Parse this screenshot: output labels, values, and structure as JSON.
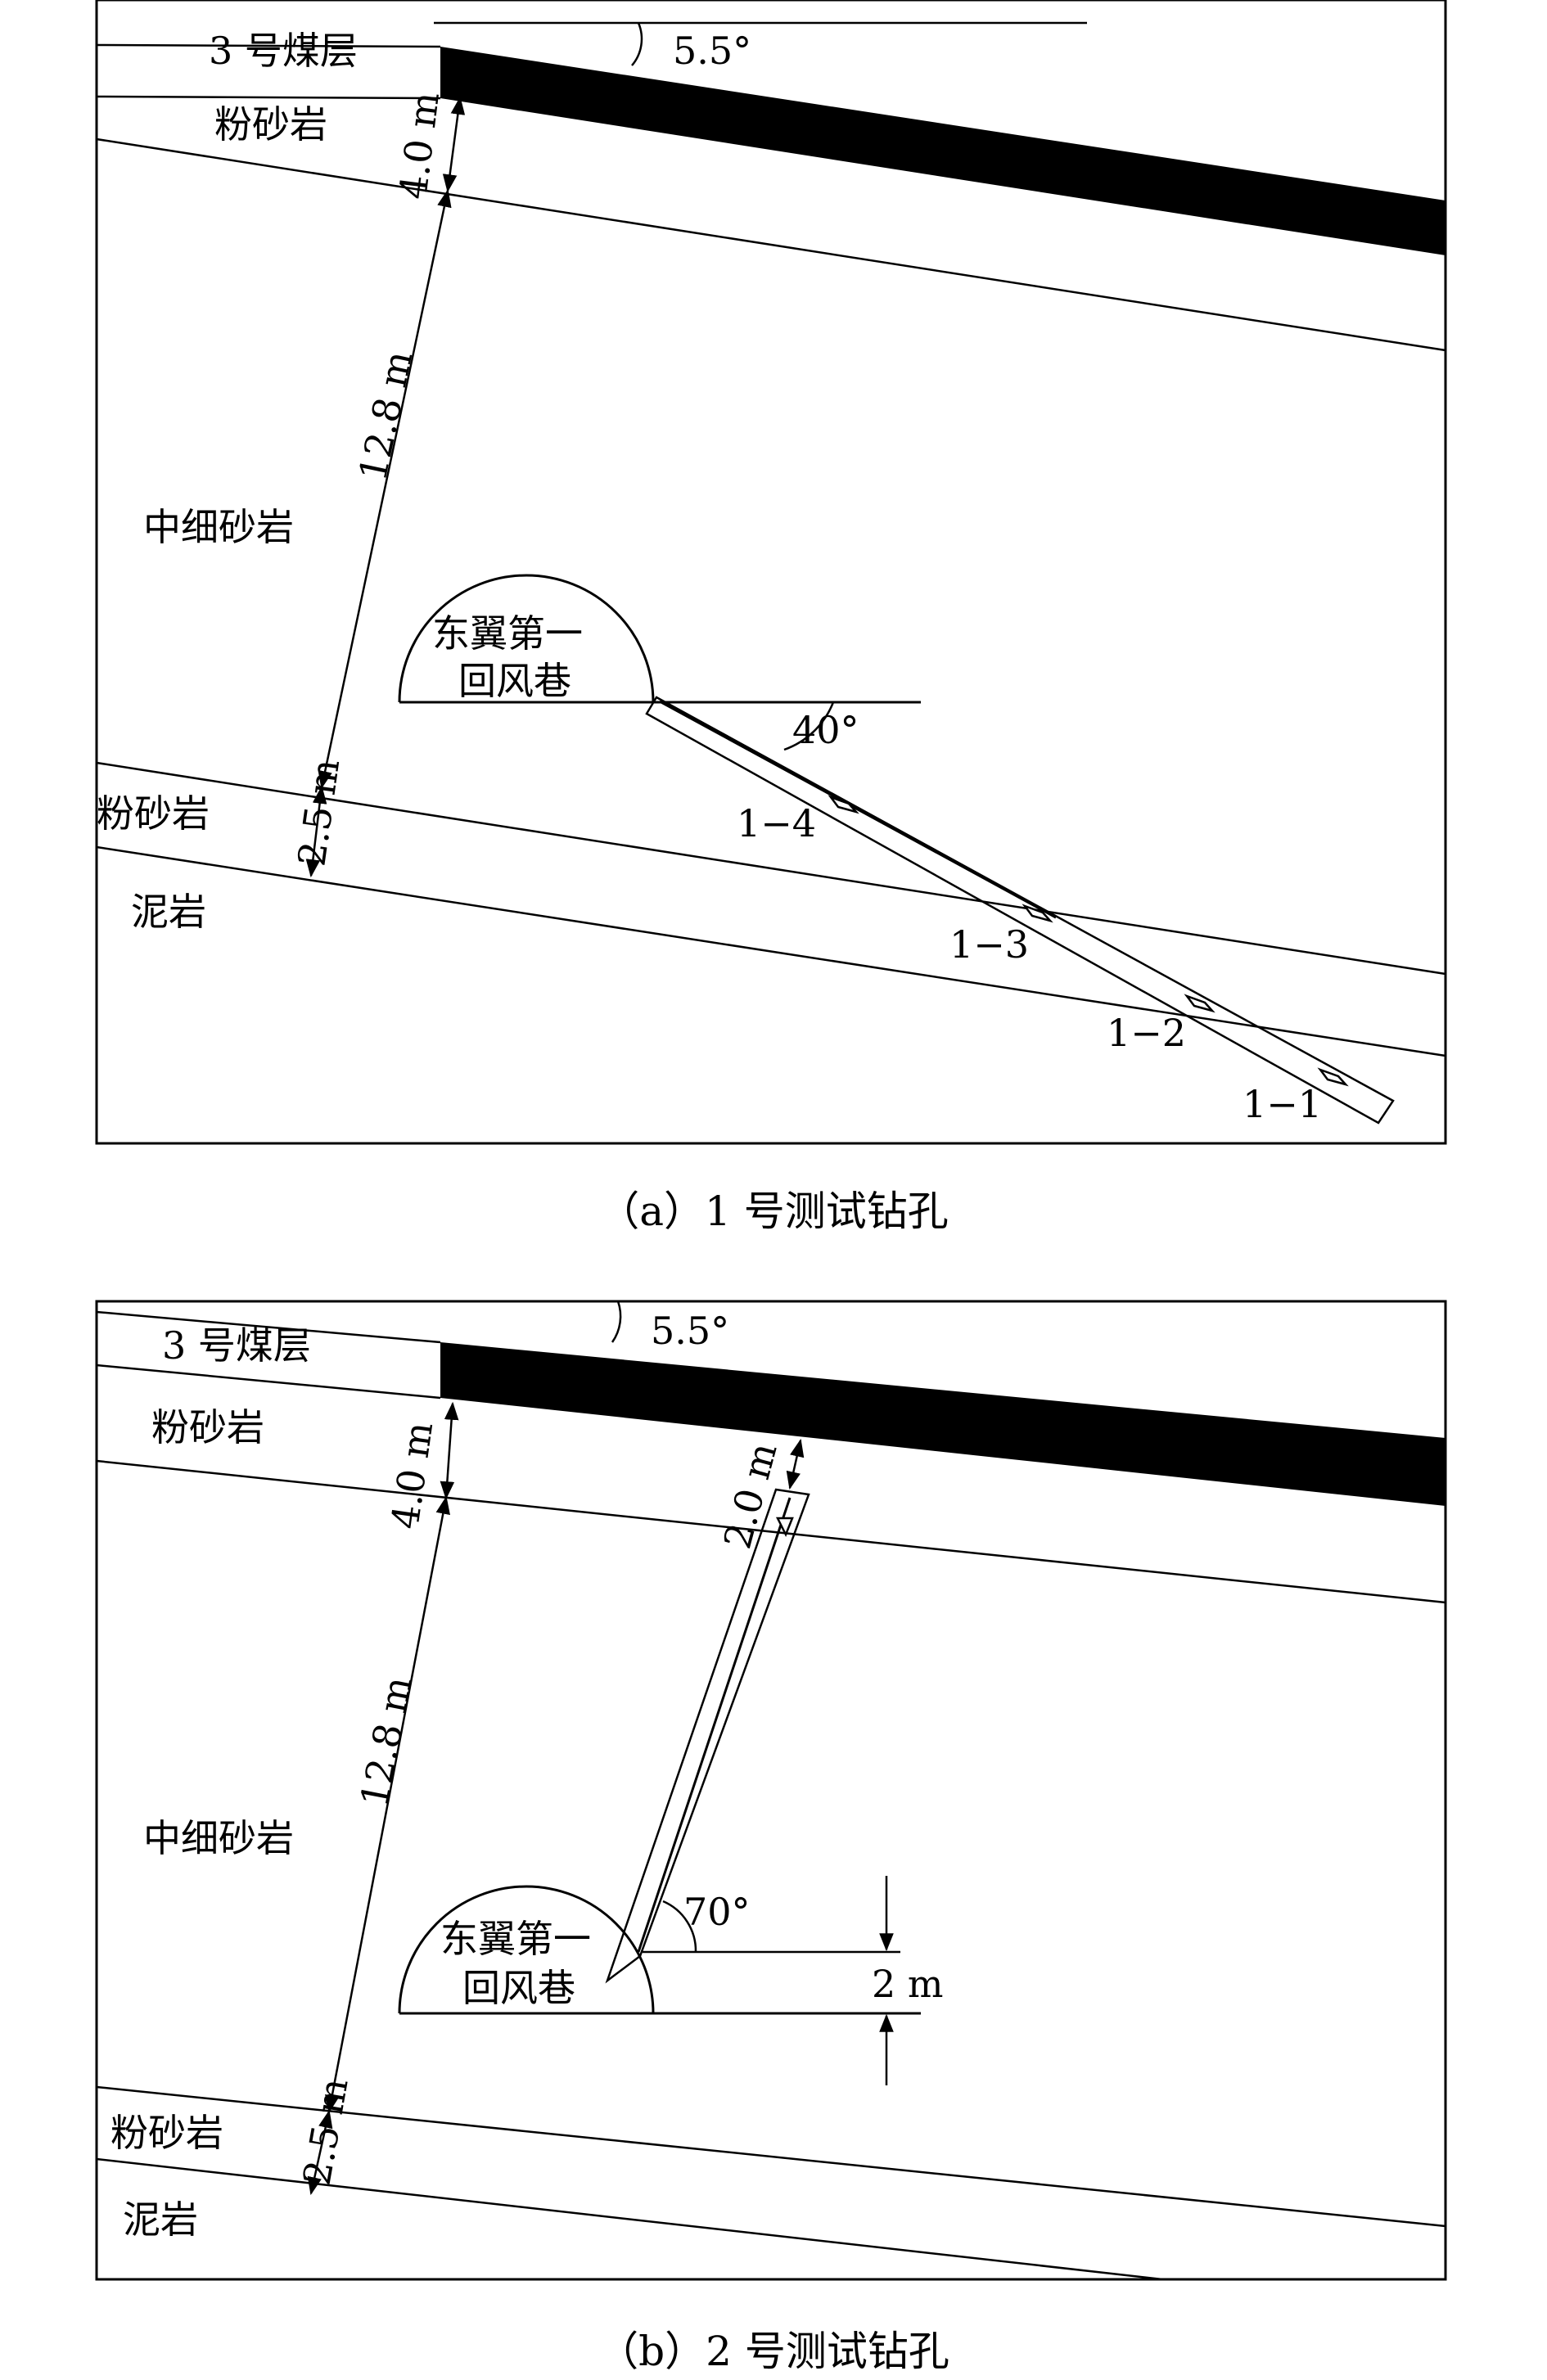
{
  "panel_a": {
    "caption": "（a）1 号测试钻孔",
    "angle_seam": "5.5°",
    "layers": {
      "coal_seam": "3 号煤层",
      "siltstone_upper": "粉砂岩",
      "sandstone": "中细砂岩",
      "siltstone_lower": "粉砂岩",
      "mudstone": "泥岩"
    },
    "dims": {
      "d1": "4.0 m",
      "d2": "12.8 m",
      "d3": "2.5 m"
    },
    "roadway": {
      "line1": "东翼第一",
      "line2": "回风巷"
    },
    "borehole_angle": "40°",
    "points": [
      "1−4",
      "1−3",
      "1−2",
      "1−1"
    ]
  },
  "panel_b": {
    "caption": "（b）2 号测试钻孔",
    "angle_seam": "5.5°",
    "layers": {
      "coal_seam": "3 号煤层",
      "siltstone_upper": "粉砂岩",
      "sandstone": "中细砂岩",
      "siltstone_lower": "粉砂岩",
      "mudstone": "泥岩"
    },
    "dims": {
      "d1": "4.0 m",
      "d2": "12.8 m",
      "d3": "2.5 m",
      "top_gap": "2.0 m",
      "height": "2 m"
    },
    "roadway": {
      "line1": "东翼第一",
      "line2": "回风巷"
    },
    "borehole_angle": "70°"
  }
}
